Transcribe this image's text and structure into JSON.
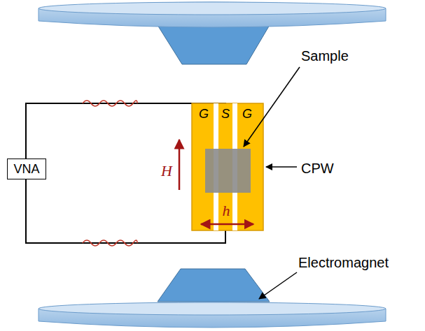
{
  "diagram": {
    "nodes": [
      {
        "text": [
          "VNA"
        ]
      }
    ],
    "labels": [
      "G",
      "S",
      "G",
      "Sample",
      "H",
      "CPW",
      "h",
      "Electromagnet"
    ]
  }
}
